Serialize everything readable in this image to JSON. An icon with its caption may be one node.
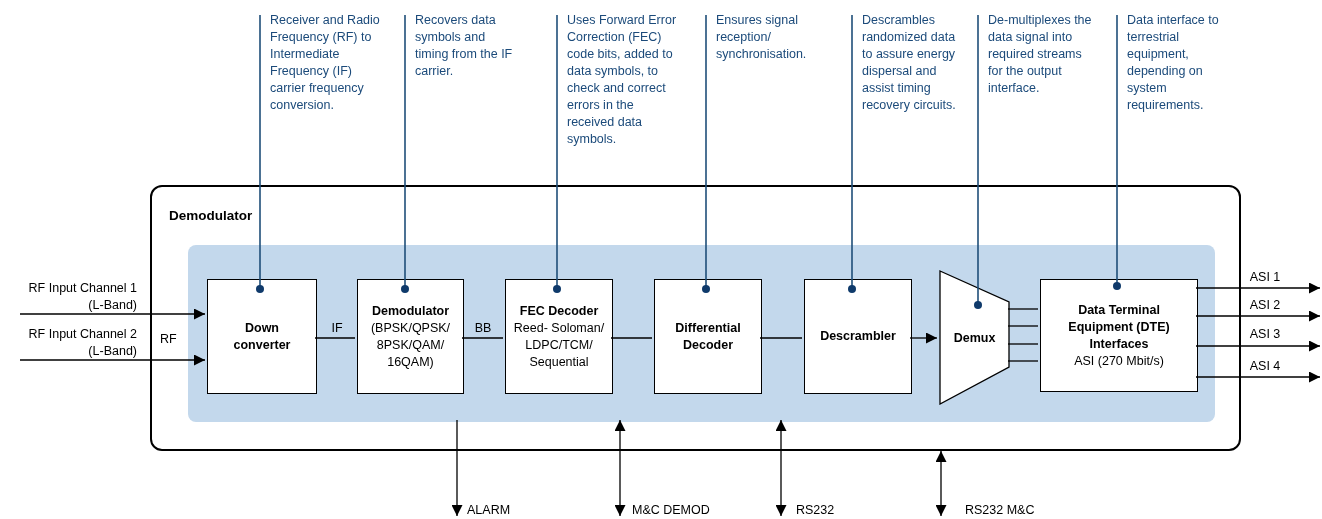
{
  "diagram": {
    "nodes": [
      {
        "text": [
          "Demodulator"
        ]
      },
      {
        "text": [],
        "shape": "box",
        "in": 0
      },
      {
        "text": [
          "Down converter"
        ],
        "in": 1
      },
      {
        "text": [
          "Demodulator",
          "(BPSK/QPSK/ 8PSK/QAM/ 16QAM)"
        ],
        "in": 1
      },
      {
        "text": [
          "FEC Decoder",
          "Reed- Soloman/ LDPC/TCM/ Sequential"
        ],
        "in": 1
      },
      {
        "text": [
          "Differential Decoder"
        ],
        "in": 1
      },
      {
        "text": [
          "Descrambler"
        ],
        "in": 1
      },
      {
        "text": [
          "Demux"
        ],
        "in": 1
      },
      {
        "text": [
          "Data Terminal Equipment (DTE) Interfaces",
          "ASI (270 Mbit/s)"
        ],
        "in": 1
      },
      {
        "text": [
          "Receiver and Radio Frequency (RF) to Intermediate Frequency (IF) carrier frequency conversion."
        ]
      },
      {
        "text": [
          "Recovers data symbols and timing from the IF carrier."
        ]
      },
      {
        "text": [
          "Uses Forward Error Correction (FEC) code bits, added to data symbols, to check and correct errors in the received data symbols."
        ]
      },
      {
        "text": [
          "Ensures signal reception/ synchronisation."
        ]
      },
      {
        "text": [
          "Descrambles randomized data to assure energy dispersal and assist timing recovery circuits."
        ]
      },
      {
        "text": [
          "De-multiplexes the data signal into required streams for the output interface."
        ]
      },
      {
        "text": [
          "Data interface to terrestrial equipment, depending on system requirements."
        ]
      }
    ],
    "edges": [
      {
        "from": null,
        "to": 2,
        "arrow": "to",
        "label": "RF Input Channel 1 (L-Band)"
      },
      {
        "from": null,
        "to": 2,
        "arrow": "to",
        "label": "RF Input Channel 2 (L-Band)"
      },
      {
        "from": 2,
        "to": 3,
        "arrow": "none",
        "label": "IF"
      },
      {
        "from": 3,
        "to": 4,
        "arrow": "none",
        "label": "BB"
      },
      {
        "from": 4,
        "to": 5,
        "arrow": "none"
      },
      {
        "from": 5,
        "to": 6,
        "arrow": "none"
      },
      {
        "from": 6,
        "to": 7,
        "arrow": "to"
      },
      {
        "from": 7,
        "to": 8,
        "arrow": "none"
      },
      {
        "from": 7,
        "to": 8,
        "arrow": "none"
      },
      {
        "from": 7,
        "to": 8,
        "arrow": "none"
      },
      {
        "from": 7,
        "to": 8,
        "arrow": "none"
      },
      {
        "from": 8,
        "to": null,
        "arrow": "to",
        "label": "ASI 1"
      },
      {
        "from": 8,
        "to": null,
        "arrow": "to",
        "label": "ASI 2"
      },
      {
        "from": 8,
        "to": null,
        "arrow": "to",
        "label": "ASI 3"
      },
      {
        "from": 8,
        "to": null,
        "arrow": "to",
        "label": "ASI 4"
      },
      {
        "from": 1,
        "to": null,
        "arrow": "to",
        "label": "ALARM"
      },
      {
        "from": null,
        "to": 1,
        "arrow": "both",
        "label": "M&C DEMOD"
      },
      {
        "from": null,
        "to": 1,
        "arrow": "both",
        "label": "RS232"
      },
      {
        "from": null,
        "to": 0,
        "arrow": "both",
        "label": "RS232 M&C"
      },
      {
        "from": 9,
        "to": 2,
        "arrow": "other",
        "color": "#1f4e79"
      },
      {
        "from": 10,
        "to": 3,
        "arrow": "other",
        "color": "#1f4e79"
      },
      {
        "from": 11,
        "to": 4,
        "arrow": "other",
        "color": "#1f4e79"
      },
      {
        "from": 12,
        "to": 5,
        "arrow": "other",
        "color": "#1f4e79"
      },
      {
        "from": 13,
        "to": 6,
        "arrow": "other",
        "color": "#1f4e79"
      },
      {
        "from": 14,
        "to": 7,
        "arrow": "other",
        "color": "#1f4e79"
      },
      {
        "from": 15,
        "to": 8,
        "arrow": "other",
        "color": "#1f4e79"
      }
    ],
    "labels": [
      "RF"
    ]
  }
}
